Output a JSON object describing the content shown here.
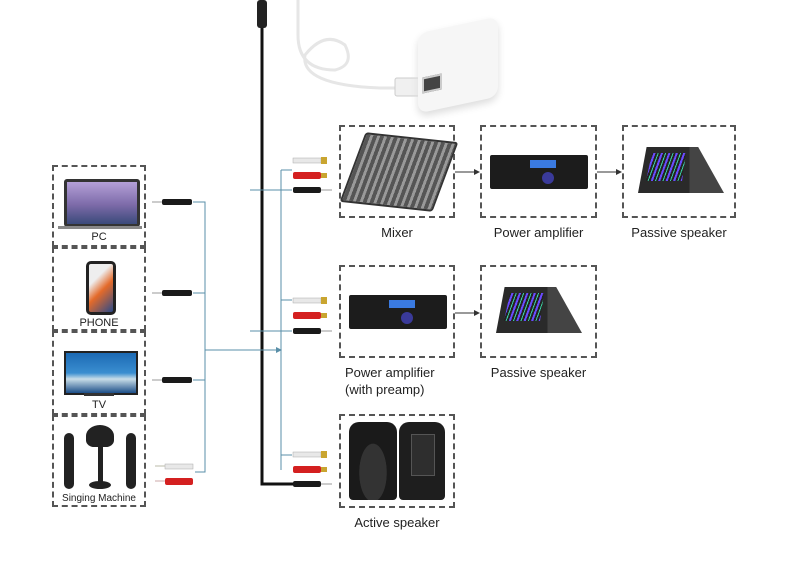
{
  "sources": [
    {
      "name": "pc",
      "label": "PC"
    },
    {
      "name": "phone",
      "label": "PHONE"
    },
    {
      "name": "tv",
      "label": "TV"
    },
    {
      "name": "singing-machine",
      "label": "Singing Machine"
    }
  ],
  "outputs": {
    "row1": {
      "mixer": "Mixer",
      "amp": "Power amplifier",
      "speaker": "Passive speaker"
    },
    "row2": {
      "amp_line1": "Power amplifier",
      "amp_line2": "(with preamp)",
      "speaker": "Passive speaker"
    },
    "row3": {
      "speaker": "Active speaker"
    }
  },
  "colors": {
    "dash": "#555555",
    "wire_blue": "#5a8fa8",
    "wire_black": "#111111",
    "rca_red": "#d42020",
    "rca_white": "#e8e8e8",
    "jack_black": "#1a1a1a"
  }
}
